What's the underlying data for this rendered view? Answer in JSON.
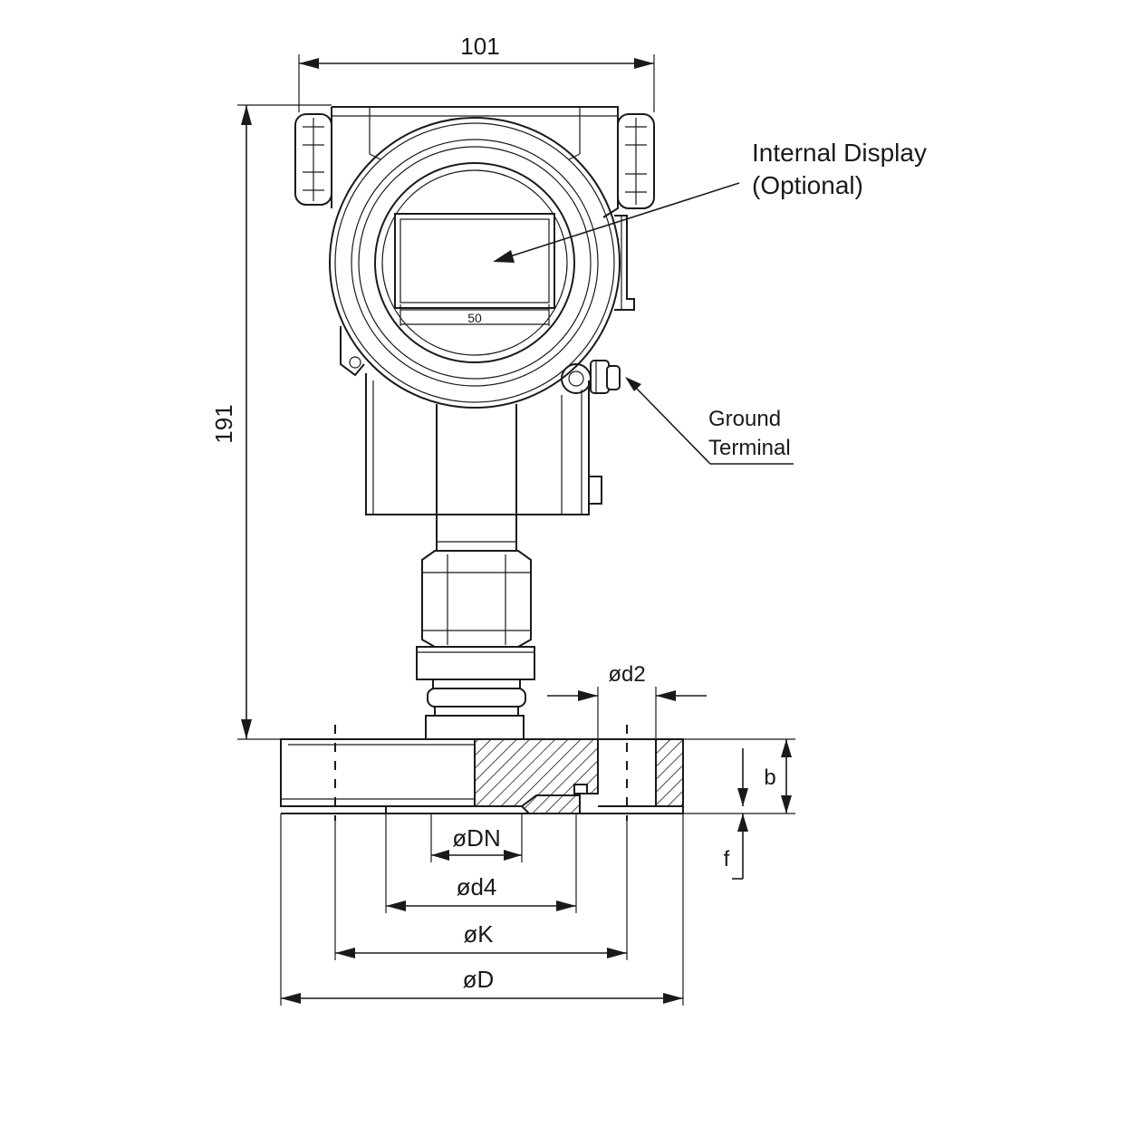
{
  "dimensions": {
    "width": "101",
    "height": "191",
    "display_size": "50",
    "d2": "ød2",
    "b": "b",
    "f": "f",
    "dn": "øDN",
    "d4": "ød4",
    "k": "øK",
    "d": "øD"
  },
  "callouts": {
    "display_line1": "Internal Display",
    "display_line2": "(Optional)",
    "ground_line1": "Ground",
    "ground_line2": "Terminal"
  }
}
